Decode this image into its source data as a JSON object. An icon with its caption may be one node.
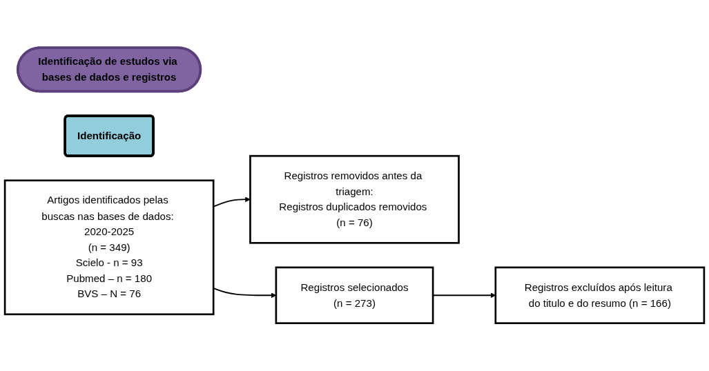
{
  "diagram": {
    "nodes": [
      {
        "text": [
          "Identificação de estudos via bases de dados e registros"
        ]
      },
      {
        "text": [
          "Identificação"
        ]
      },
      {
        "text": [
          "Artigos identificados pelas buscas nas bases de dados: 2020-2025",
          "(n = 349)",
          "Scielo - n = 93",
          "Pubmed – n = 180",
          "BVS – N = 76"
        ]
      },
      {
        "text": [
          "Registros removidos antes da triagem:",
          "Registros duplicados removidos (n = 76)"
        ]
      },
      {
        "text": [
          "Registros selecionados",
          "(n = 273)"
        ]
      },
      {
        "text": [
          "Registros excluídos após leitura do titulo e do resumo (n = 166)"
        ]
      }
    ],
    "edges": [
      {
        "from": 2,
        "to": 3,
        "arrow": "to"
      },
      {
        "from": 2,
        "to": 4,
        "arrow": "to"
      },
      {
        "from": 4,
        "to": 5,
        "arrow": "to"
      }
    ]
  }
}
